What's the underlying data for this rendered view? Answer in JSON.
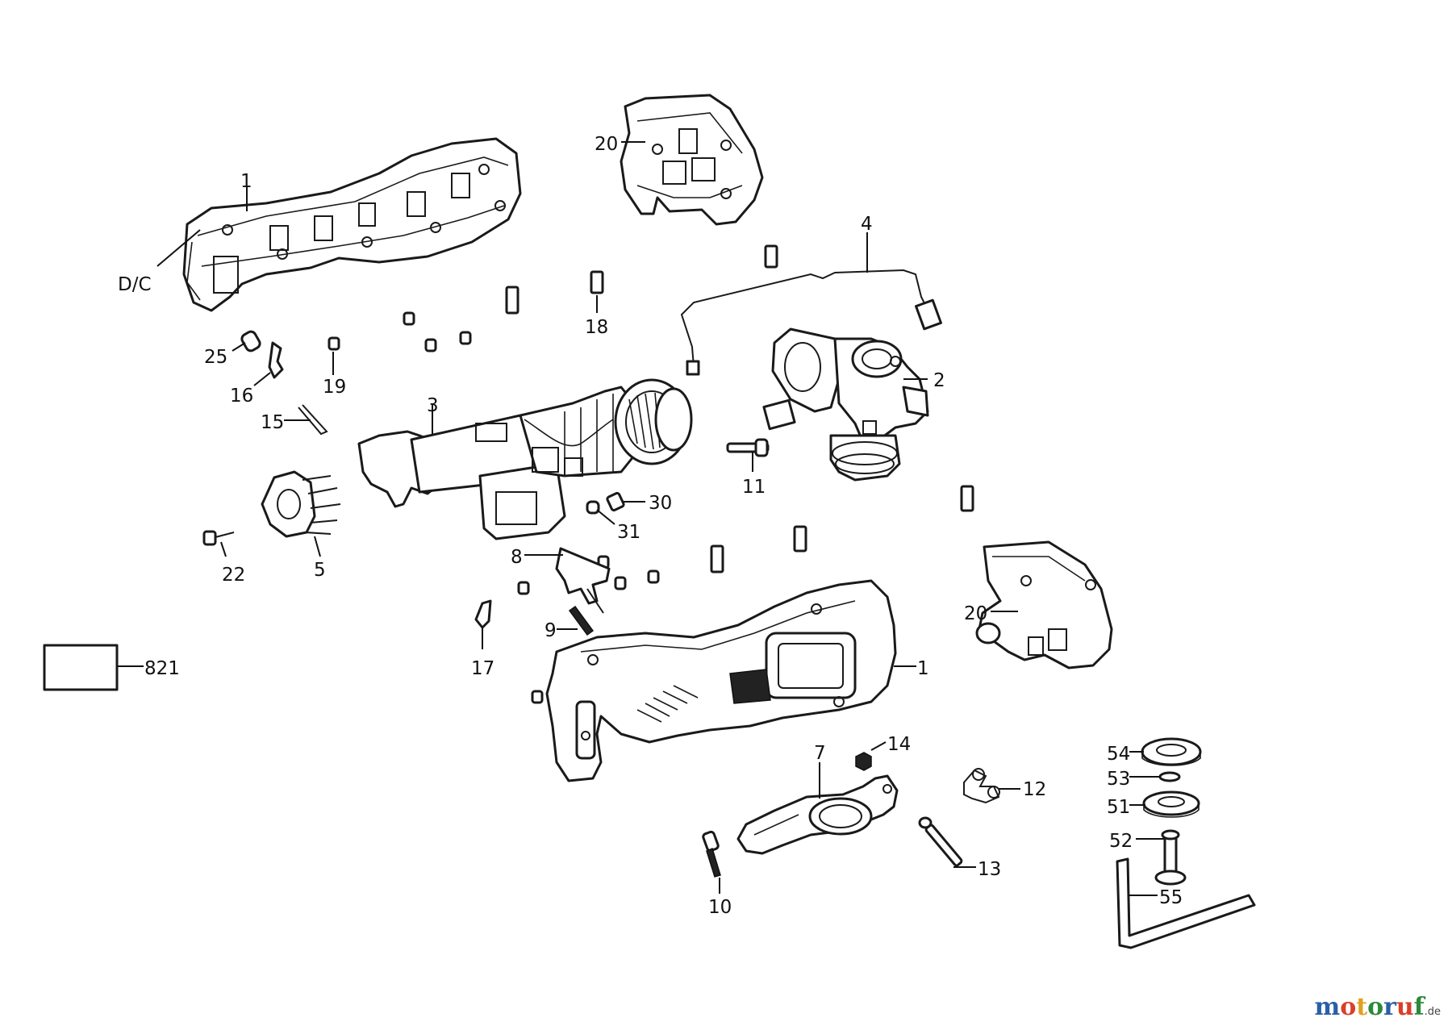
{
  "labels": {
    "p1_top": "1",
    "dc": "D/C",
    "p20_top": "20",
    "p4": "4",
    "p18": "18",
    "p2": "2",
    "p25": "25",
    "p16": "16",
    "p19": "19",
    "p3": "3",
    "p15": "15",
    "p11": "11",
    "p30": "30",
    "p31": "31",
    "p22": "22",
    "p5": "5",
    "p8": "8",
    "p20_bot": "20",
    "p9": "9",
    "p821": "821",
    "p1_bot": "1",
    "p17": "17",
    "p7": "7",
    "p14": "14",
    "p12": "12",
    "p54": "54",
    "p53": "53",
    "p51": "51",
    "p52": "52",
    "p55": "55",
    "p13": "13",
    "p10": "10"
  },
  "watermark": {
    "letters": [
      "m",
      "o",
      "t",
      "o",
      "r",
      "u",
      "f"
    ],
    "tld": ".de"
  },
  "colors": {
    "line": "#1a1a1a",
    "watermark_blue": "#2a5fa8",
    "watermark_red": "#d8402a",
    "watermark_yellow": "#e0a020",
    "watermark_green": "#2a8a3c"
  }
}
